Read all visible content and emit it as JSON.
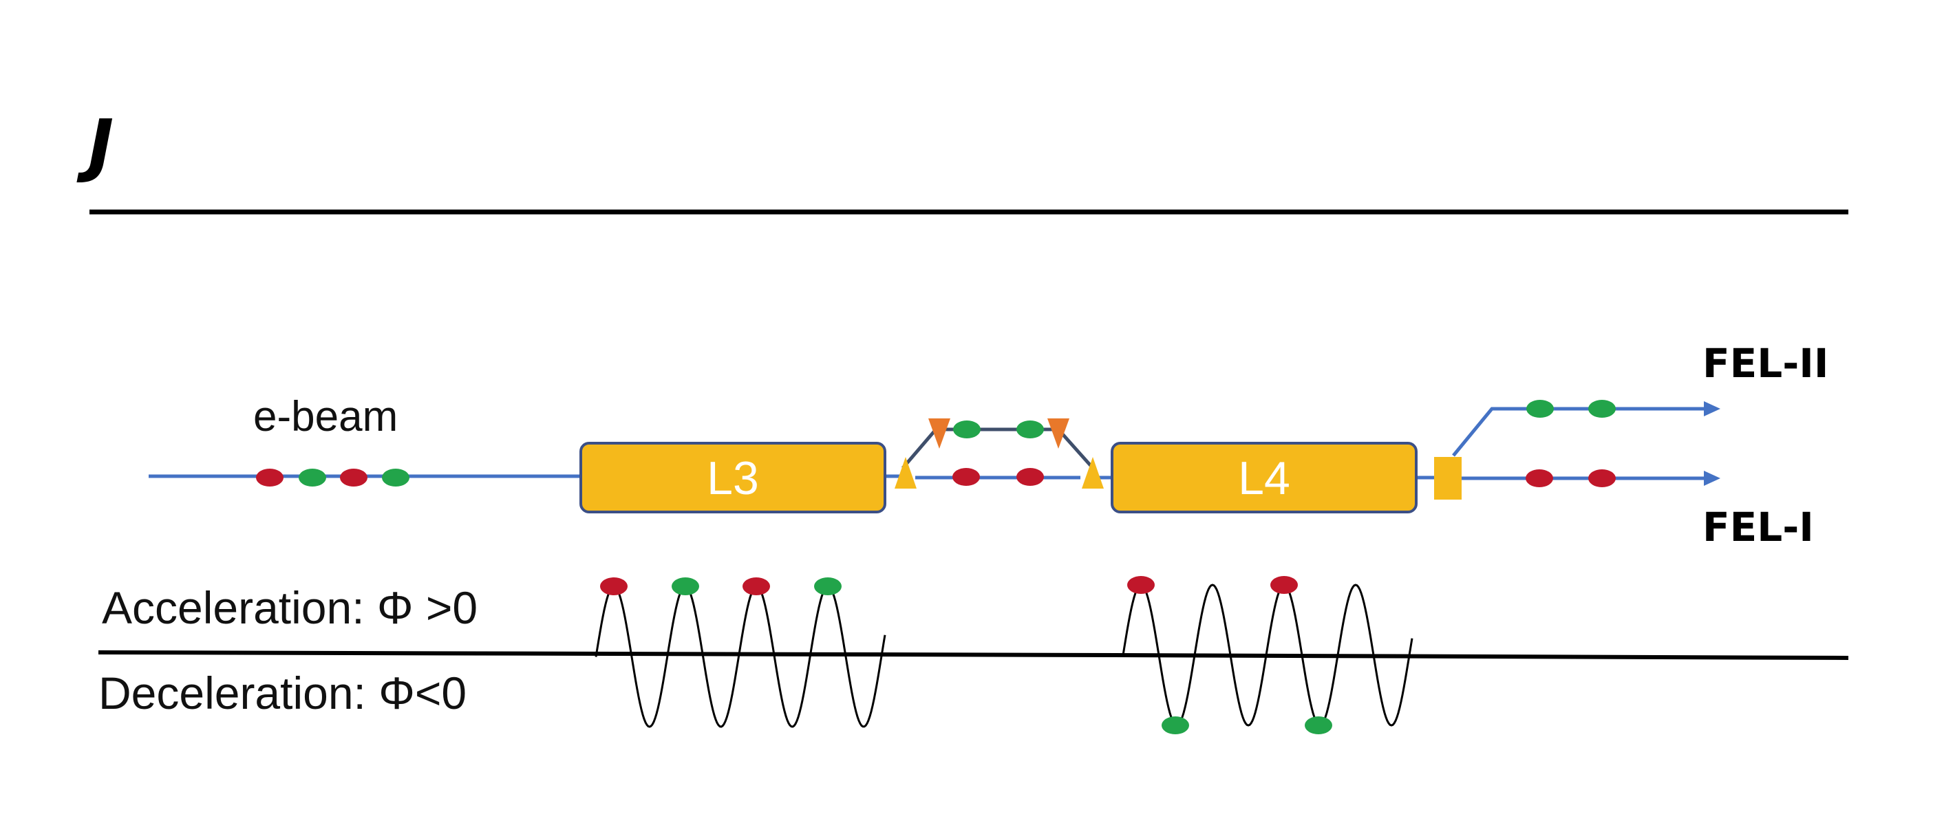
{
  "panel_label": "J",
  "beam_label": "e-beam",
  "cavities": [
    {
      "id": "l3",
      "label": "L3"
    },
    {
      "id": "l4",
      "label": "L4"
    }
  ],
  "outputs": {
    "upper": "FEL-II",
    "lower": "FEL-I"
  },
  "phase": {
    "acceleration": "Acceleration: Φ >0",
    "deceleration": "Deceleration: Φ<0"
  },
  "colors": {
    "beamline": "#4472c4",
    "cavity_fill": "#f5b91b",
    "cavity_border": "#3b4f86",
    "bunch_red": "#c0172a",
    "bunch_green": "#22a44a",
    "magnet_yellow": "#f5b91b",
    "magnet_orange": "#e8782a",
    "chicane_line": "#3f4f6b",
    "axis": "#000000"
  }
}
